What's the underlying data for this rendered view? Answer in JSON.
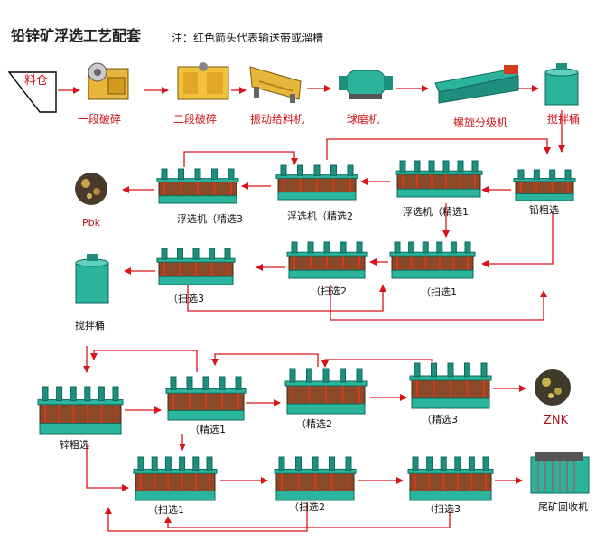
{
  "title": "铅锌矿浮选工艺配套",
  "note": "注：红色箭头代表输送带或溜槽",
  "feed_bin": "料仓",
  "colors": {
    "arrow": "#d8141a",
    "cell_body": "#2bb59c",
    "cell_dark": "#0d6b5e",
    "cell_tank": "#8a4a2a",
    "motor": "#1d8f7c"
  },
  "row1": [
    {
      "name": "一段破碎",
      "icon": "jaw-crusher"
    },
    {
      "name": "二段破碎",
      "icon": "jaw-crusher"
    },
    {
      "name": "振动给料机",
      "icon": "vibrating-feeder"
    },
    {
      "name": "球磨机",
      "icon": "ball-mill"
    },
    {
      "name": "螺旋分级机",
      "icon": "spiral-classifier"
    },
    {
      "name": "搅拌桶",
      "icon": "agitation-tank"
    }
  ],
  "lead": {
    "rougher": "铅粗选",
    "cleaners": [
      "浮选机（精选1",
      "浮选机（精选2",
      "浮选机（精选3"
    ],
    "scavengers": [
      "（扫选1",
      "（扫选2",
      "（扫选3"
    ],
    "product": "Pbk",
    "tank": "搅拌桶"
  },
  "zinc": {
    "rougher": "锌粗选",
    "cleaners": [
      "（精选1",
      "（精选2",
      "（精选3"
    ],
    "scavengers": [
      "（扫选1",
      "（扫选2",
      "（扫选3"
    ],
    "product": "ZNK",
    "tailings": "尾矿回收机"
  }
}
